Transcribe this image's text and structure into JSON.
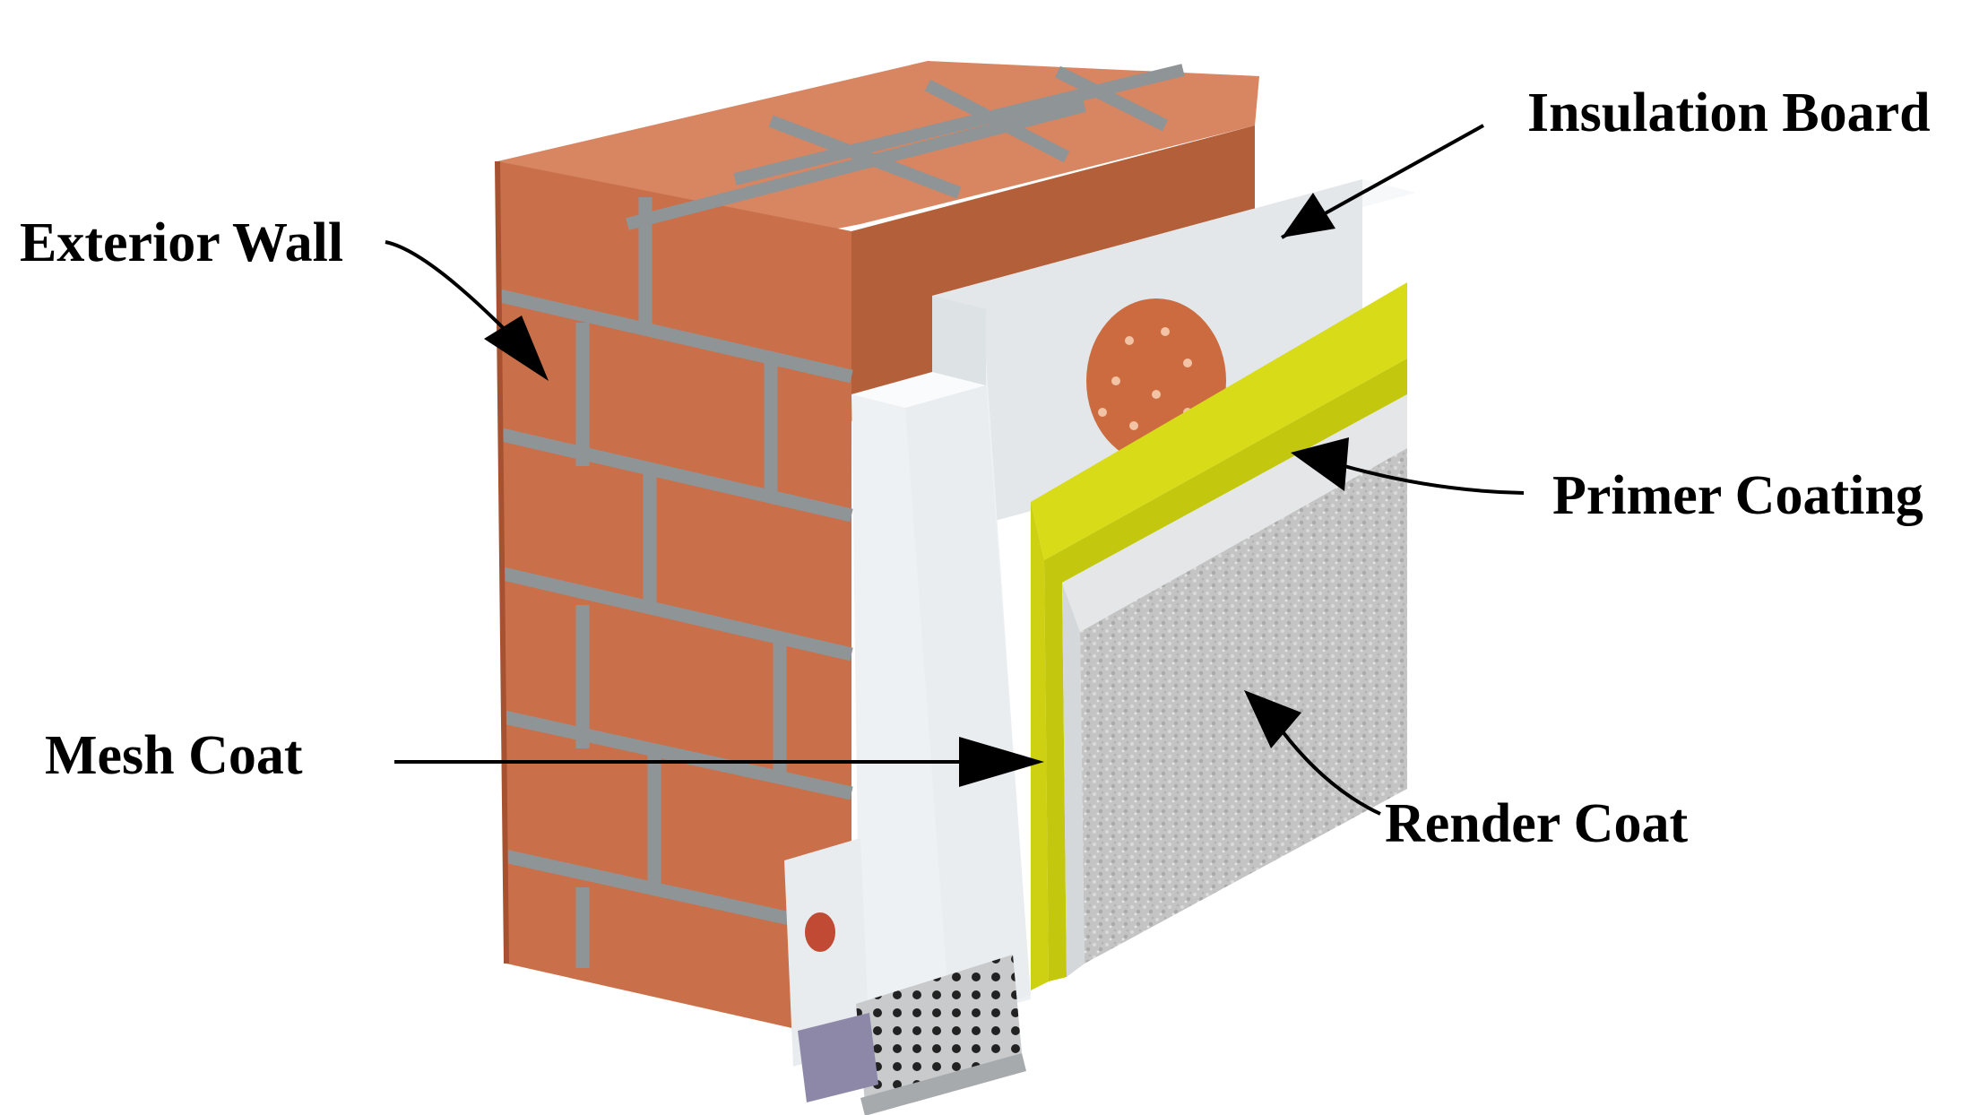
{
  "diagram": {
    "labels": {
      "insulation_board": "Insulation Board",
      "exterior_wall": "Exterior Wall",
      "primer_coating": "Primer Coating",
      "mesh_coat": "Mesh Coat",
      "render_coat": "Render Coat"
    },
    "colors": {
      "brick": "#c9704a",
      "brick_top": "#d88562",
      "brick_dark": "#a6512f",
      "mortar": "#8f9497",
      "insulation": "#eef1f3",
      "mesh_coat": "#d8dc18",
      "primer": "#e4e6e8",
      "render": "#c3c4c3",
      "anchor": "#cc6b3f",
      "base_track": "#c8cacc",
      "label_text": "#000000",
      "arrow": "#000000"
    }
  }
}
